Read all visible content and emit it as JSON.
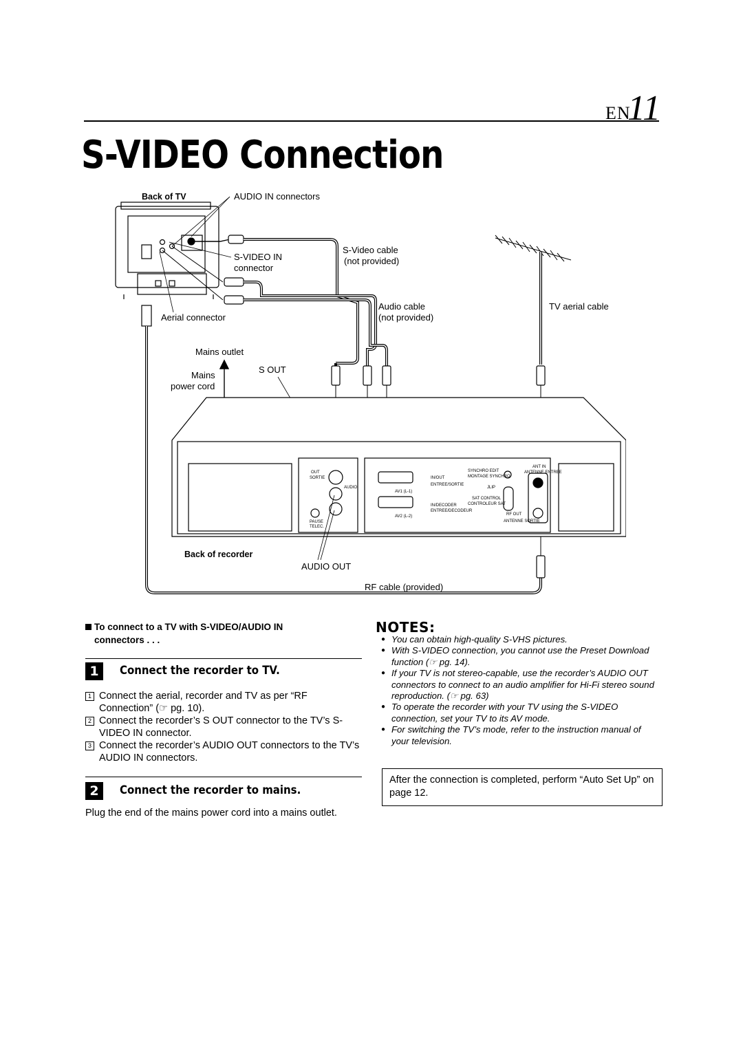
{
  "header": {
    "lang": "EN",
    "page_number": "11"
  },
  "page_title": "S-VIDEO Connection",
  "diagram": {
    "back_of_tv": "Back of TV",
    "audio_in_connectors": "AUDIO IN connectors",
    "s_video_in": "S-VIDEO IN",
    "connector": "connector",
    "s_video_cable": "S-Video cable",
    "s_video_cable_note": "(not provided)",
    "audio_cable": "Audio cable",
    "audio_cable_note": "(not provided)",
    "tv_aerial_cable": "TV aerial cable",
    "aerial_connector": "Aerial connector",
    "mains_outlet": "Mains outlet",
    "mains": "Mains",
    "power_cord": "power cord",
    "s_out": "S OUT",
    "back_of_recorder": "Back of recorder",
    "audio_out": "AUDIO OUT",
    "rf_cable": "RF cable (provided)",
    "panel": {
      "out": "OUT",
      "sortie": "SORTIE",
      "audio": "AUDIO",
      "pause": "PAUSE",
      "telec": "TELEC.",
      "av1": "AV1 (L-1)",
      "av2": "AV2 (L-2)",
      "in_out": "IN/OUT",
      "entree_sortie": "ENTREE/SORTIE",
      "in_decoder": "IN/DECODER",
      "entree_decodeur": "ENTREE/DECODEUR",
      "synchro_edit": "SYNCHRO EDIT",
      "montage_synchro": "MONTAGE SYNCHRO",
      "jlip": "JLIP",
      "sat_control": "SAT CONTROL",
      "controleur_sat": "CONTROLEUR SAT",
      "antenna_in": "ANT IN",
      "antenne_entree": "ANTENNE ENTREE",
      "rf_out": "RF OUT",
      "antenne_sortie": "ANTENNE SORTIE"
    }
  },
  "section": {
    "heading_line1": "To connect to a TV with S-VIDEO/AUDIO IN",
    "heading_line2": "connectors . . ."
  },
  "steps": [
    {
      "badge": "1",
      "title": "Connect the recorder to TV.",
      "items": [
        {
          "num": "1",
          "text": "Connect the aerial, recorder and TV as per “RF Connection” (☞ pg. 10)."
        },
        {
          "num": "2",
          "text": "Connect the recorder’s S OUT connector to the TV’s S-VIDEO IN connector."
        },
        {
          "num": "3",
          "text": "Connect the recorder’s AUDIO OUT connectors to the TV’s AUDIO IN connectors."
        }
      ]
    },
    {
      "badge": "2",
      "title": "Connect the recorder to mains.",
      "text": "Plug the end of the mains power cord into a mains outlet."
    }
  ],
  "notes": {
    "title": "NOTES:",
    "items": [
      "You can obtain high-quality S-VHS pictures.",
      "With S-VIDEO connection, you cannot use the Preset Download function (☞ pg. 14).",
      "If your TV is not stereo-capable, use the recorder’s AUDIO OUT connectors to connect to an audio amplifier for Hi-Fi stereo sound reproduction. (☞ pg. 63)",
      "To operate the recorder with your TV using the S-VIDEO connection, set your TV to its AV mode.",
      "For switching the TV’s mode, refer to the instruction manual of your television."
    ],
    "bullet": "●"
  },
  "callout": "After the connection is completed, perform “Auto Set Up” on page 12."
}
